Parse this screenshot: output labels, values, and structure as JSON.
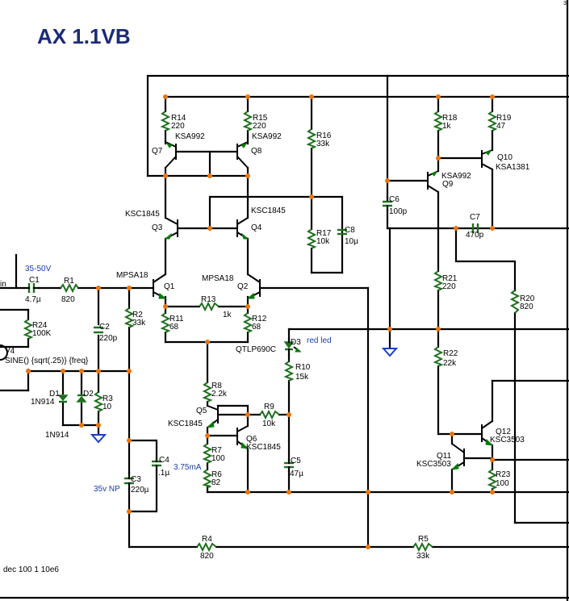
{
  "title": "AX 1.1VB",
  "corner_mark": "3",
  "bottom_note": "dec 100 1 10e6",
  "labels": {
    "r14": "R14",
    "r14v": "220",
    "r15": "R15",
    "r15v": "220",
    "r16": "R16",
    "r16v": "33k",
    "r18": "R18",
    "r18v": "1k",
    "r19": "R19",
    "r19v": "47",
    "q7": "Q7",
    "q7t": "KSA992",
    "q8": "Q8",
    "q8t": "KSA992",
    "q10": "Q10",
    "q10t": "KSA1381",
    "q9": "Q9",
    "q9t": "KSA992",
    "c6": "C6",
    "c6v": "100p",
    "c7": "C7",
    "c7v": "470p",
    "q3": "Q3",
    "q3t": "KSC1845",
    "q4": "Q4",
    "q4t": "KSC1845",
    "r17": "R17",
    "r17v": "10k",
    "c8": "C8",
    "c8v": "10µ",
    "supply": "35-50V",
    "in": "in",
    "c1": "C1",
    "c1v": "4.7µ",
    "r1": "R1",
    "r1v": "820",
    "q1": "Q1",
    "q1t": "MPSA18",
    "q2": "Q2",
    "q2t": "MPSA18",
    "r21": "R21",
    "r21v": "220",
    "r20": "R20",
    "r20v": "820",
    "r13": "R13",
    "r13v": "1k",
    "r11": "R11",
    "r11v": "68",
    "r12": "R12",
    "r12v": "68",
    "r2": "R2",
    "r2v": "33k",
    "r24": "R24",
    "r24v": "100K",
    "c2": "C2",
    "c2v": "220p",
    "v4": "V4",
    "src": "SINE() {sqrt(.25)} {freq}",
    "d3": "D3",
    "d3t": "QTLP690C",
    "redled": "red led",
    "r22": "R22",
    "r22v": "22k",
    "r10": "R10",
    "r10v": "15k",
    "d1": "D1",
    "d1t": "1N914",
    "d2": "D2",
    "d2t": "1N914",
    "r3": "R3",
    "r3v": "10",
    "r8": "R8",
    "r8v": "2.2k",
    "q5": "Q5",
    "q5t": "KSC1845",
    "r9": "R9",
    "r9v": "10k",
    "q6": "Q6",
    "q6t": "KSC1845",
    "q12": "Q12",
    "q12t": "KSC3503",
    "q11": "Q11",
    "q11t": "KSC3503",
    "r7": "R7",
    "r7v": "100",
    "current": "3.75mA",
    "r6": "R6",
    "r6v": "82",
    "c4": "C4",
    "c4v": ".1µ",
    "c3": "C3",
    "c3v": "220µ",
    "c3n": "35v NP",
    "c5": "C5",
    "c5v": "47µ",
    "r23": "R23",
    "r23v": "100",
    "r4": "R4",
    "r4v": "820",
    "r5": "R5",
    "r5v": "33k"
  },
  "colors": {
    "wire": "#000000",
    "component": "#1e6f1e",
    "junction": "#e8750f",
    "annotation": "#1a3fa8",
    "ground": "#1a3fc8"
  }
}
